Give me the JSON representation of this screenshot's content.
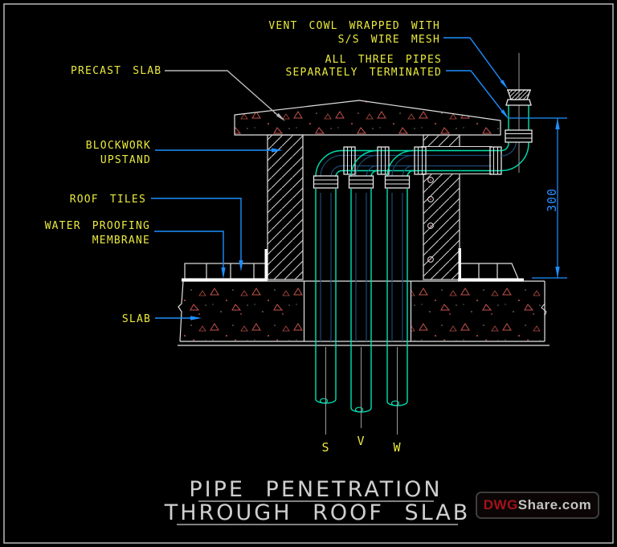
{
  "drawing": {
    "title_line1": "PIPE PENETRATION",
    "title_line2": "THROUGH ROOF SLAB",
    "labels": {
      "vent_cowl_line1": "VENT COWL WRAPPED WITH",
      "vent_cowl_line2": "S/S WIRE MESH",
      "terminated_line1": "ALL THREE PIPES",
      "terminated_line2": "SEPARATELY TERMINATED",
      "precast_slab": "PRECAST SLAB",
      "blockwork_line1": "BLOCKWORK",
      "blockwork_line2": "UPSTAND",
      "roof_tiles": "ROOF TILES",
      "waterproofing_line1": "WATER PROOFING",
      "waterproofing_line2": "MEMBRANE",
      "slab": "SLAB"
    },
    "pipe_tags": [
      "S",
      "V",
      "W"
    ],
    "dimension_300": "300",
    "colors": {
      "background": "#000000",
      "label_yellow": "#e9e93f",
      "leader_blue": "#1e8fff",
      "pipe_cyan": "#00e0b2",
      "hidden_navy": "#1d4a74",
      "structure_white": "#e2e2e2",
      "concrete_red": "#c3524a",
      "centerline_gray": "#9a9a9a",
      "title_gray": "#cfcfcf",
      "watermark_red": "#a31218",
      "watermark_gray": "#c3c3c3"
    },
    "watermark": {
      "prefix": "DWG",
      "suffix": "Share.com"
    }
  }
}
